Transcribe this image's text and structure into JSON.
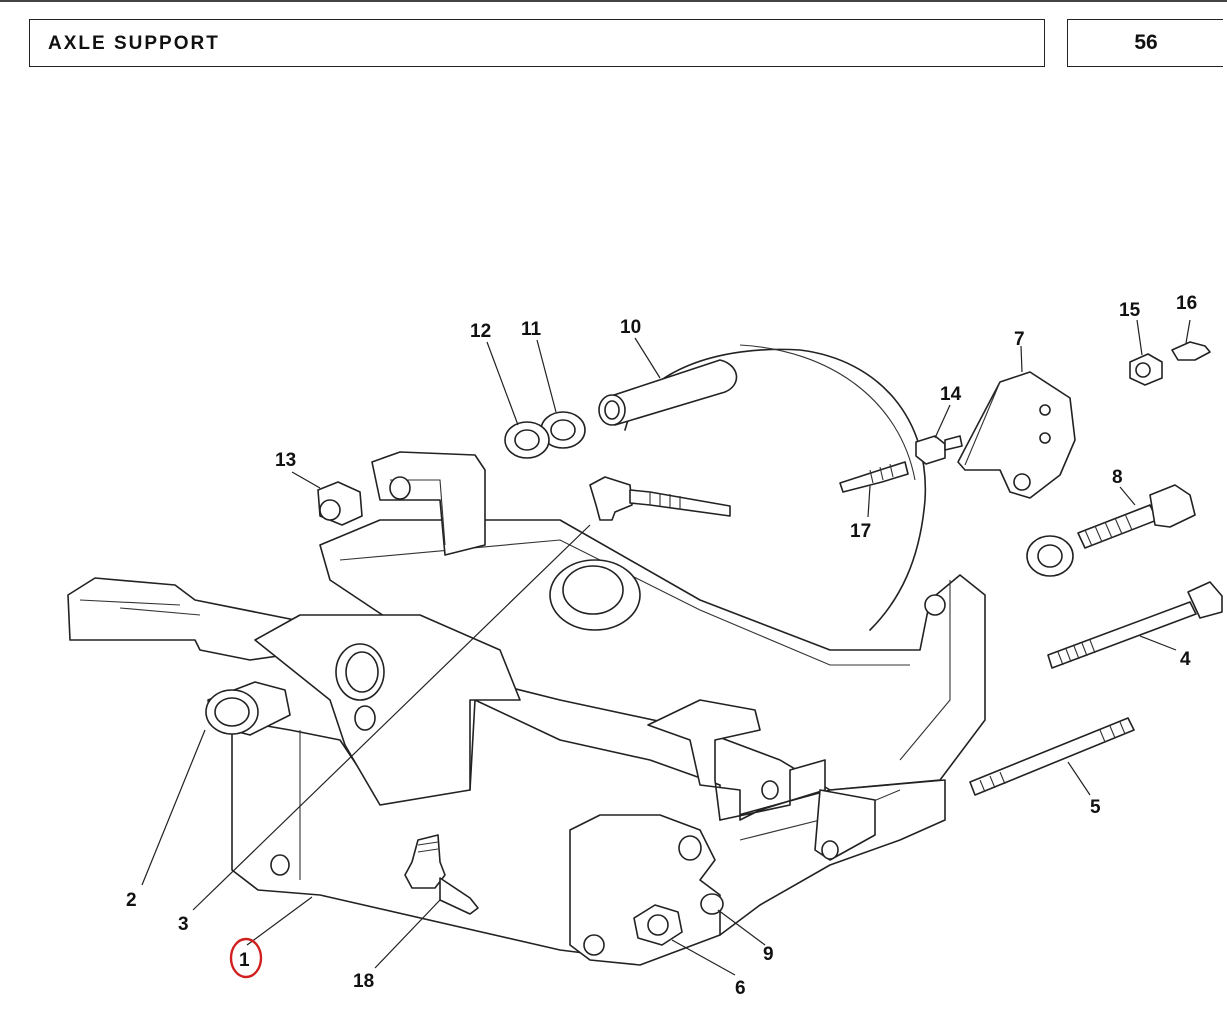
{
  "header": {
    "title": "AXLE SUPPORT",
    "page_number": "56"
  },
  "callouts": [
    {
      "id": "c1",
      "label": "1",
      "highlighted": true
    },
    {
      "id": "c2",
      "label": "2"
    },
    {
      "id": "c3",
      "label": "3"
    },
    {
      "id": "c4",
      "label": "4"
    },
    {
      "id": "c5",
      "label": "5"
    },
    {
      "id": "c6",
      "label": "6"
    },
    {
      "id": "c7",
      "label": "7"
    },
    {
      "id": "c8",
      "label": "8"
    },
    {
      "id": "c9",
      "label": "9"
    },
    {
      "id": "c10",
      "label": "10"
    },
    {
      "id": "c11",
      "label": "11"
    },
    {
      "id": "c12",
      "label": "12"
    },
    {
      "id": "c13",
      "label": "13"
    },
    {
      "id": "c14",
      "label": "14"
    },
    {
      "id": "c15",
      "label": "15"
    },
    {
      "id": "c16",
      "label": "16"
    },
    {
      "id": "c17",
      "label": "17"
    },
    {
      "id": "c18",
      "label": "18"
    }
  ],
  "colors": {
    "line": "#222222",
    "highlight": "#d02020",
    "background": "#ffffff"
  }
}
